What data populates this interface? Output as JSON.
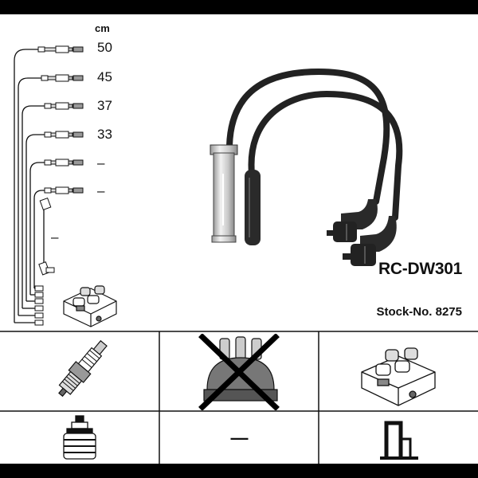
{
  "product": {
    "model": "RC-DW301",
    "stock_label": "Stock-No. 8275"
  },
  "lengths": {
    "unit": "cm",
    "rows": [
      {
        "value": "50"
      },
      {
        "value": "45"
      },
      {
        "value": "37"
      },
      {
        "value": "33"
      },
      {
        "value": "–"
      },
      {
        "value": "–"
      }
    ],
    "extra_lead": "–"
  },
  "parts_table": {
    "distributor_cap": {
      "not_applicable": true
    },
    "middle_bottom": {
      "value": "—"
    }
  },
  "colors": {
    "frame": "#000000",
    "background": "#ffffff",
    "ink": "#111111",
    "cable": "#222222"
  }
}
